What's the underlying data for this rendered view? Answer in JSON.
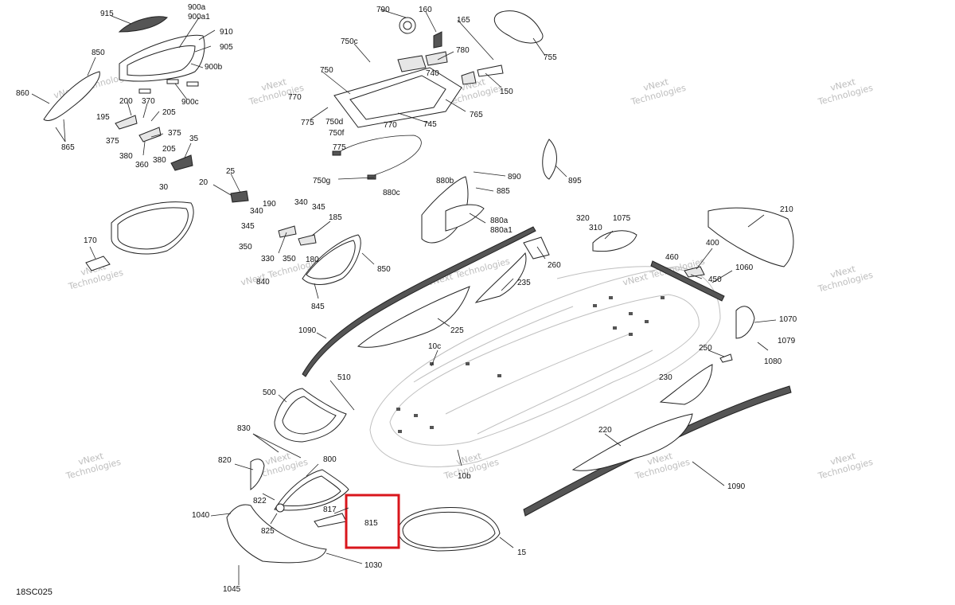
{
  "diagram_code": "18SC025",
  "watermark": {
    "line1": "vNext",
    "line2": "Technologies",
    "line_single": "vNext Technologies"
  },
  "colors": {
    "highlight": "#d9161c",
    "ink": "#222222",
    "ghost": "#bfbfbf",
    "watermark": "#bdbdbd"
  },
  "highlighted_part": "815",
  "part_labels": [
    "915",
    "900a",
    "900a1",
    "910",
    "905",
    "900b",
    "900c",
    "850",
    "860",
    "865",
    "200",
    "370",
    "205",
    "195",
    "375",
    "375",
    "380",
    "360",
    "380",
    "205",
    "35",
    "30",
    "790",
    "160",
    "165",
    "755",
    "750c",
    "780",
    "740",
    "150",
    "750",
    "770",
    "775",
    "750d",
    "750f",
    "770",
    "745",
    "765",
    "775",
    "750g",
    "895",
    "890",
    "880b",
    "885",
    "880c",
    "880a",
    "880a1",
    "25",
    "20",
    "190",
    "340",
    "345",
    "340",
    "185",
    "345",
    "350",
    "330",
    "350",
    "180",
    "840",
    "845",
    "850",
    "170",
    "260",
    "235",
    "225",
    "1090",
    "320",
    "1075",
    "310",
    "210",
    "400",
    "460",
    "1060",
    "450",
    "1070",
    "1079",
    "1080",
    "10c",
    "250",
    "230",
    "10b",
    "510",
    "500",
    "830",
    "800",
    "820",
    "822",
    "817",
    "815",
    "825",
    "1040",
    "1030",
    "1045",
    "220",
    "1090",
    "15"
  ]
}
